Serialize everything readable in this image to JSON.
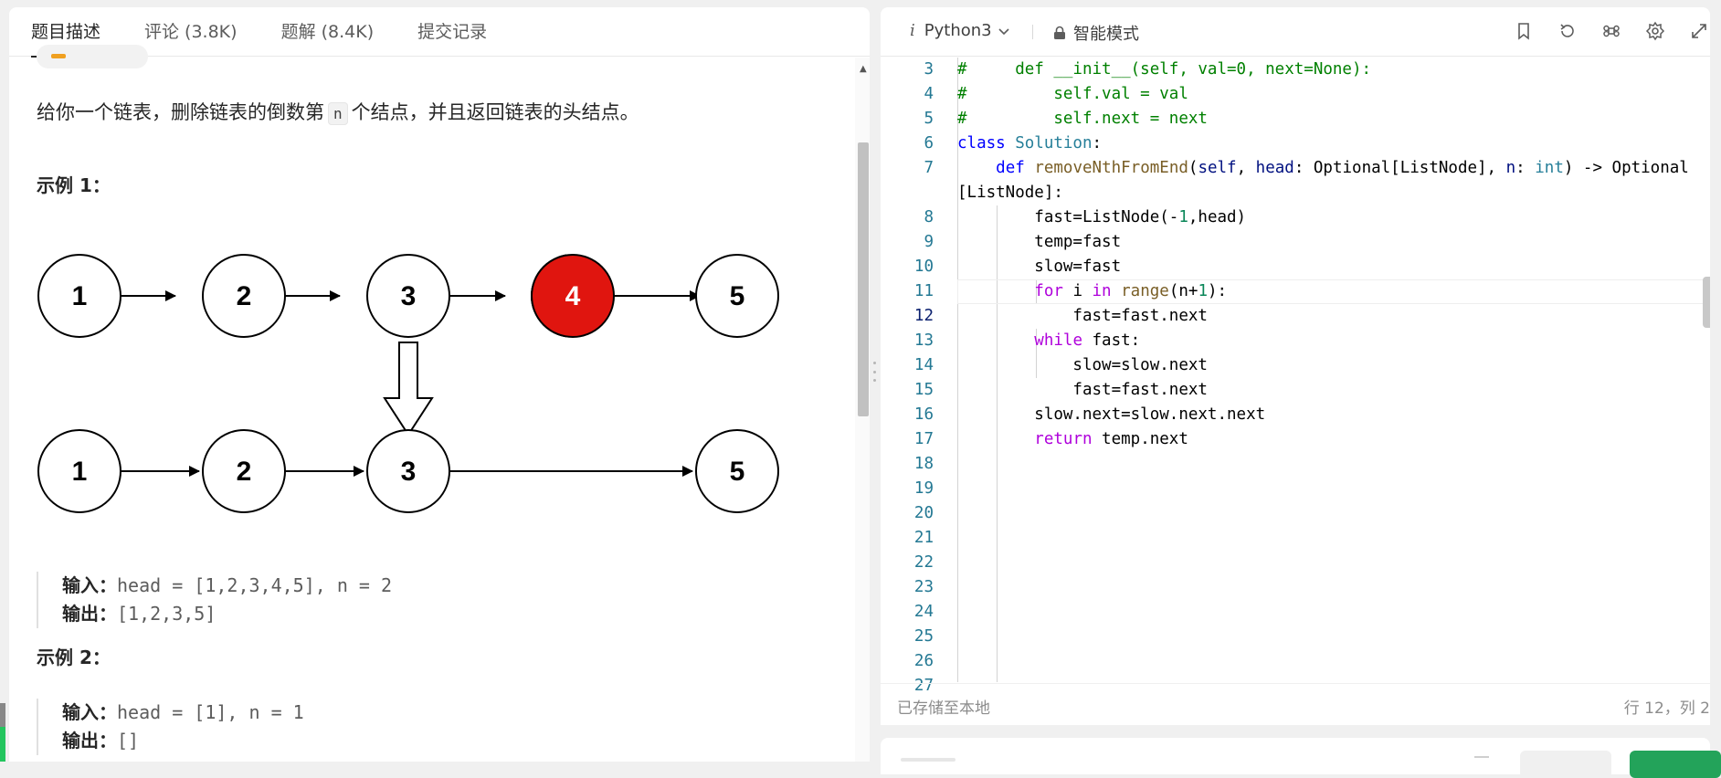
{
  "left": {
    "tabs": [
      {
        "label": "题目描述"
      },
      {
        "label": "评论 (3.8K)"
      },
      {
        "label": "题解 (8.4K)"
      },
      {
        "label": "提交记录"
      }
    ],
    "description": {
      "before": "给你一个链表，删除链表的倒数第",
      "code": "n",
      "after": "个结点，并且返回链表的头结点。"
    },
    "example1": {
      "title": "示例 1：",
      "diagram": {
        "top_nodes": [
          "1",
          "2",
          "3",
          "4",
          "5"
        ],
        "highlighted": "4",
        "bottom_nodes": [
          "1",
          "2",
          "3",
          "5"
        ]
      },
      "input_label": "输入：",
      "input_value": "head = [1,2,3,4,5], n = 2",
      "output_label": "输出：",
      "output_value": "[1,2,3,5]"
    },
    "example2": {
      "title": "示例 2：",
      "input_label": "输入：",
      "input_value": "head = [1], n = 1",
      "output_label": "输出：",
      "output_value": "[]"
    }
  },
  "editor": {
    "language": "Python3",
    "mode": "智能模式",
    "icons": [
      "bookmark-icon",
      "reset-icon",
      "command-icon",
      "settings-icon",
      "expand-icon"
    ],
    "current_line": 12,
    "lines": [
      {
        "n": "3",
        "code": "#     def __init__(self, val=0, next=None):"
      },
      {
        "n": "4",
        "code": "#         self.val = val"
      },
      {
        "n": "5",
        "code": "#         self.next = next"
      },
      {
        "n": "6",
        "code": "class Solution:"
      },
      {
        "n": "7",
        "code": "    def removeNthFromEnd(self, head: Optional[ListNode], n: int) -> Optional"
      },
      {
        "n": "",
        "code": "[ListNode]:"
      },
      {
        "n": "8",
        "code": "        fast=ListNode(-1,head)"
      },
      {
        "n": "9",
        "code": "        temp=fast"
      },
      {
        "n": "10",
        "code": "        slow=fast"
      },
      {
        "n": "11",
        "code": "        for i in range(n+1):"
      },
      {
        "n": "12",
        "code": "            fast=fast.next"
      },
      {
        "n": "13",
        "code": "        while fast:"
      },
      {
        "n": "14",
        "code": "            slow=slow.next"
      },
      {
        "n": "15",
        "code": "            fast=fast.next"
      },
      {
        "n": "16",
        "code": "        slow.next=slow.next.next"
      },
      {
        "n": "17",
        "code": "        return temp.next"
      },
      {
        "n": "18",
        "code": ""
      },
      {
        "n": "19",
        "code": ""
      },
      {
        "n": "20",
        "code": ""
      },
      {
        "n": "21",
        "code": ""
      },
      {
        "n": "22",
        "code": ""
      },
      {
        "n": "23",
        "code": ""
      },
      {
        "n": "24",
        "code": ""
      },
      {
        "n": "25",
        "code": ""
      },
      {
        "n": "26",
        "code": ""
      },
      {
        "n": "27",
        "code": ""
      }
    ],
    "status_saved": "已存储至本地",
    "cursor_position": "行 12，列 2"
  },
  "colors": {
    "highlight_node": "#e0150f",
    "accent_green": "#23a35a",
    "comment": "#008000",
    "keyword": "#0000ff",
    "control_keyword": "#af00db",
    "class_name": "#267f99",
    "function_name": "#795e26",
    "number": "#098658",
    "line_number": "#237893"
  }
}
